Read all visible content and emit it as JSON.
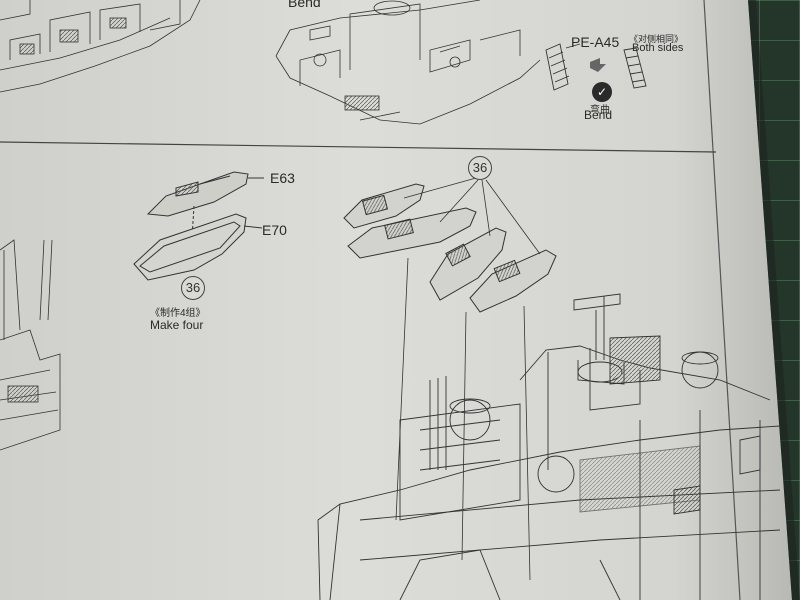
{
  "labels": {
    "bend_top": "Bend",
    "pe_a45": "PE-A45",
    "both_sides_cn": "《对侧相同》",
    "both_sides": "Both sides",
    "bend_cn": "弯曲",
    "bend": "Bend",
    "e63": "E63",
    "e70": "E70",
    "step": "36",
    "make_four_cn": "《制作4组》",
    "make_four": "Make four",
    "step_assembly": "36"
  }
}
